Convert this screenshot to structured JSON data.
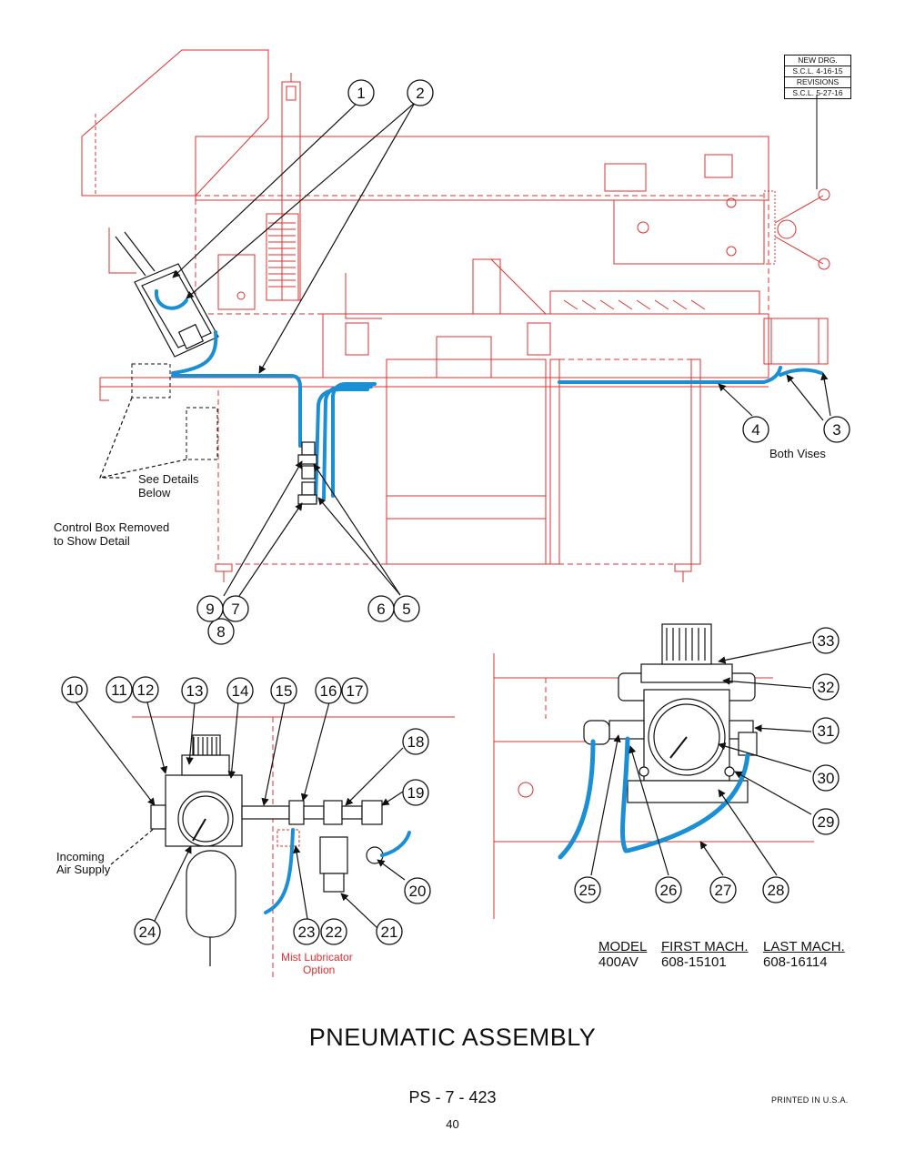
{
  "title": "PNEUMATIC ASSEMBLY",
  "page_code": "PS - 7 - 423",
  "page_number": "40",
  "printed": "PRINTED IN U.S.A.",
  "revisions": {
    "new_drawing_label": "NEW DRG.",
    "new_drawing_value": "S.C.L. 4-16-15",
    "revisions_label": "REVISIONS",
    "revisions_value": "S.C.L. 5-27-16"
  },
  "notes": {
    "see_details": "See Details",
    "below": "Below",
    "control_box_1": "Control Box Removed",
    "control_box_2": "to Show Detail",
    "both_vises": "Both Vises",
    "incoming_1": "Incoming",
    "incoming_2": "Air Supply",
    "mist_1": "Mist Lubricator",
    "mist_2": "Option"
  },
  "model_table": {
    "headers": [
      "MODEL",
      "FIRST MACH.",
      "LAST MACH."
    ],
    "row": [
      "400AV",
      "608-15101",
      "608-16114"
    ]
  },
  "callouts": [
    "1",
    "2",
    "3",
    "4",
    "5",
    "6",
    "7",
    "8",
    "9",
    "10",
    "11",
    "12",
    "13",
    "14",
    "15",
    "16",
    "17",
    "18",
    "19",
    "20",
    "21",
    "22",
    "23",
    "24",
    "25",
    "26",
    "27",
    "28",
    "29",
    "30",
    "31",
    "32",
    "33"
  ],
  "colors": {
    "machine_outline": "#e03030",
    "air_line": "#1a8fd6",
    "ink": "#111111"
  }
}
